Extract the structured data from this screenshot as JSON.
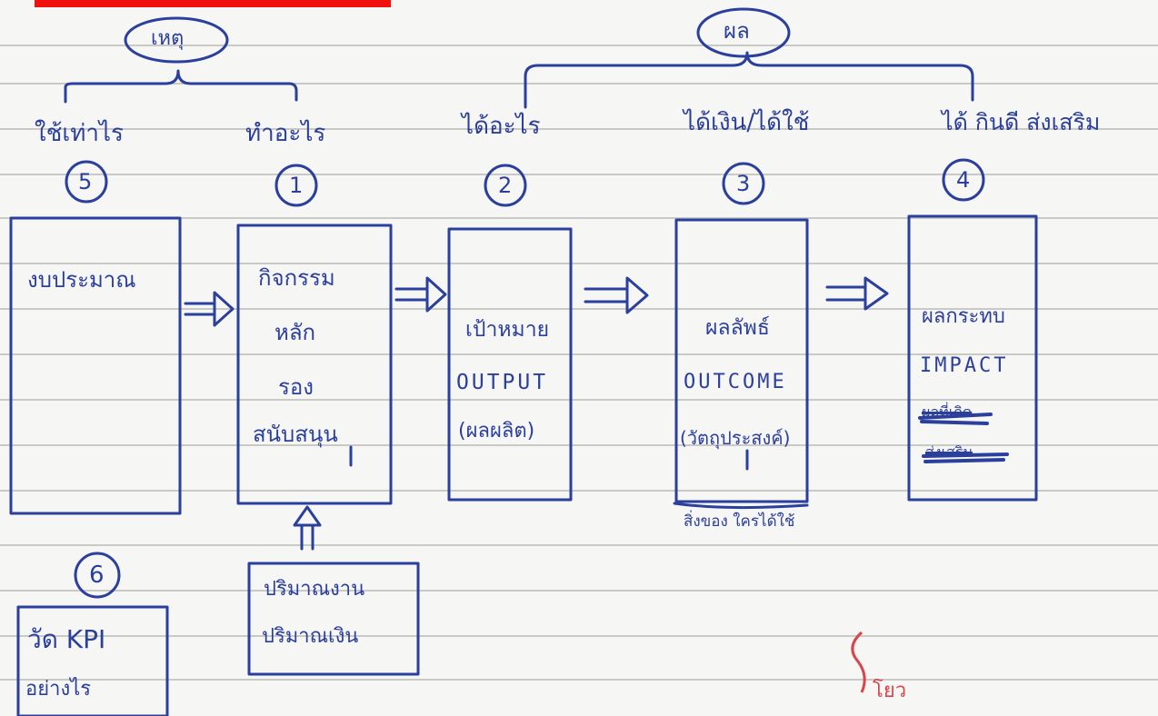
{
  "header_bar_color": "#f01010",
  "ink_color": "#2b3f9c",
  "cause": {
    "label": "เหตุ",
    "col_5_label": "ใช้เท่าไร",
    "col_1_label": "ทำอะไร"
  },
  "effect": {
    "label": "ผล",
    "col_2_label": "ได้อะไร",
    "col_3_label": "ได้เงิน/ได้ใช้",
    "col_4_label": "ได้ กินดี ส่งเสริม"
  },
  "steps": {
    "n5": "5",
    "n1": "1",
    "n2": "2",
    "n3": "3",
    "n4": "4",
    "n6": "6"
  },
  "boxes": {
    "budget": {
      "line1": "งบประมาณ"
    },
    "activity": {
      "line1": "กิจกรรม",
      "line2": "หลัก",
      "line3": "รอง",
      "line4": "สนับสนุน"
    },
    "output": {
      "line1": "เป้าหมาย",
      "line2": "OUTPUT",
      "line3": "(ผลผลิต)"
    },
    "outcome": {
      "line1": "ผลลัพธ์",
      "line2": "OUTCOME",
      "line3": "(วัตถุประสงค์)",
      "below": "สิ่งของ ใครได้ใช้"
    },
    "impact": {
      "line1": "ผลกระทบ",
      "line2": "IMPACT",
      "line3": "ผลที่เกิด",
      "line4": "ส่งเสริม"
    },
    "quantity": {
      "line1": "ปริมาณงาน",
      "line2": "ปริมาณเงิน"
    },
    "kpi": {
      "line1": "วัด KPI",
      "line2": "อย่างไร"
    }
  },
  "margin_note": "โยว"
}
